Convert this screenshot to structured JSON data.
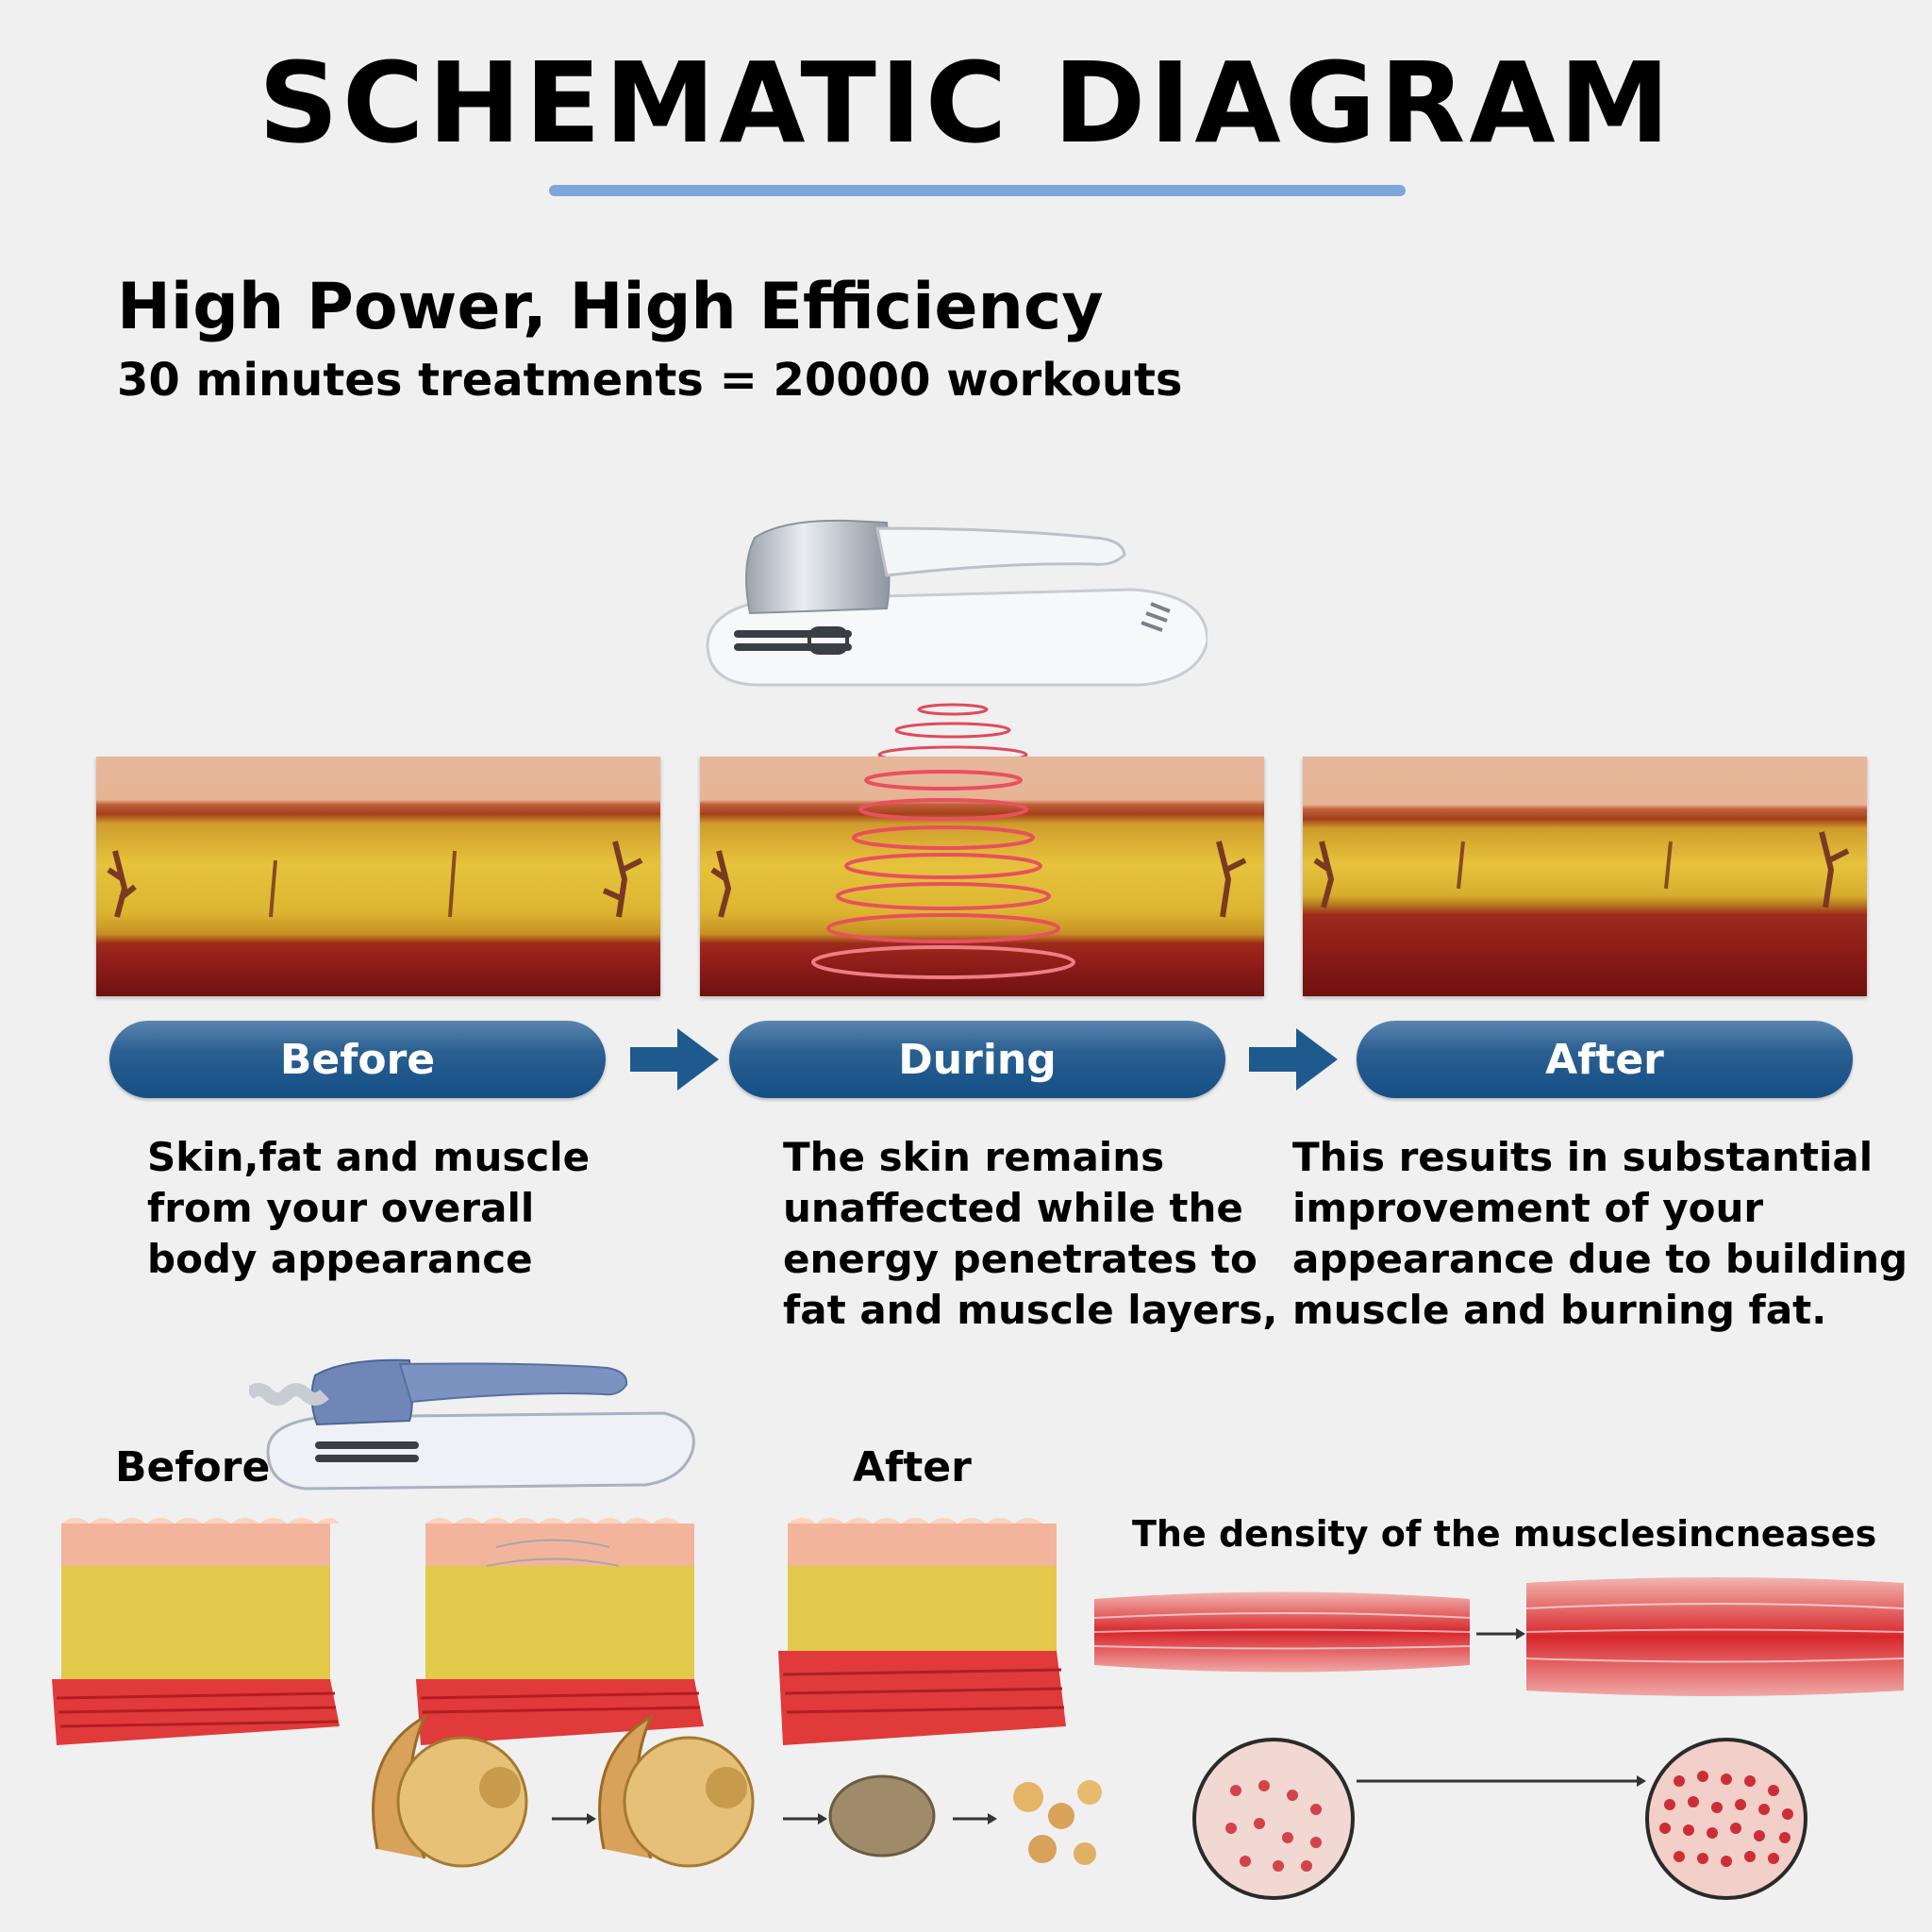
{
  "title": "SCHEMATIC DIAGRAM",
  "headline": "High Power, High Efficiency",
  "subline": "30 minutes treatments = 20000 workouts",
  "stages": [
    {
      "label": "Before",
      "text": [
        "Skin,fat and muscle",
        "from your overall",
        "body appearance"
      ]
    },
    {
      "label": "During",
      "text": [
        "The skin remains",
        "unaffected while the",
        "energy penetrates to",
        "fat and muscle layers,"
      ]
    },
    {
      "label": "After",
      "text": [
        "This resuits in substantial",
        "improvement of your",
        "appearance due to building",
        "muscle and burning fat."
      ]
    }
  ],
  "bottom": {
    "before_label": "Before",
    "after_label": "After",
    "density_label": "The density of the musclesincneases"
  },
  "colors": {
    "rule": "#7da6db",
    "pill": "#1f5a8f",
    "arrow": "#1f5a8f",
    "background": "#f0f0f1"
  }
}
